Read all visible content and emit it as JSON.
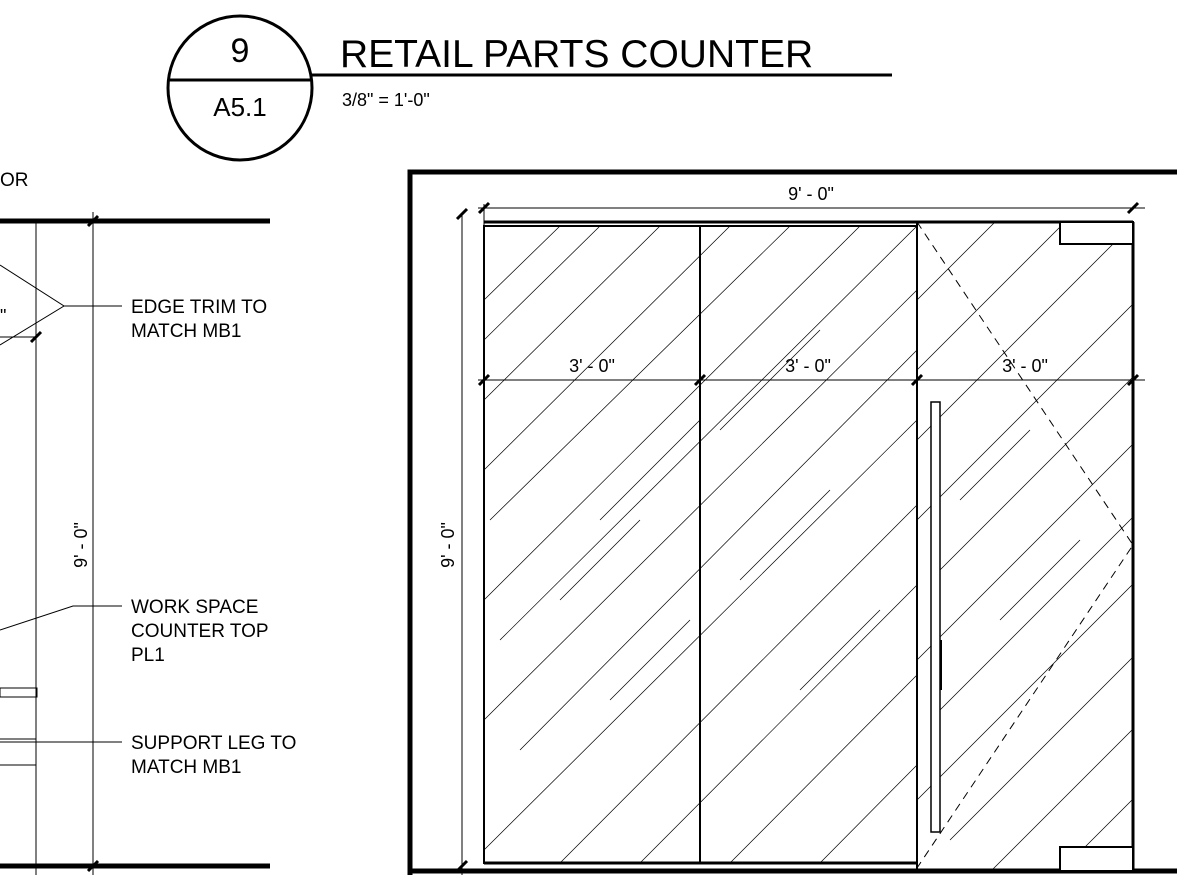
{
  "title_block": {
    "detail_number": "9",
    "sheet_number": "A5.1",
    "title": "RETAIL PARTS COUNTER",
    "scale": "3/8\" = 1'-0\""
  },
  "left_view": {
    "cut_label": "OR",
    "cut_dimension": "\"",
    "height_dimension": "9' - 0\"",
    "callouts": [
      {
        "lines": [
          "EDGE TRIM TO",
          "MATCH MB1"
        ]
      },
      {
        "lines": [
          "WORK SPACE",
          "COUNTER TOP",
          "PL1"
        ]
      },
      {
        "lines": [
          "SUPPORT LEG TO",
          "MATCH MB1"
        ]
      }
    ]
  },
  "right_view": {
    "overall_width": "9' - 0\"",
    "height_dimension": "9' - 0\"",
    "panel_widths": [
      "3' - 0\"",
      "3' - 0\"",
      "3' - 0\""
    ]
  },
  "colors": {
    "ink": "#000000",
    "paper": "#ffffff"
  }
}
